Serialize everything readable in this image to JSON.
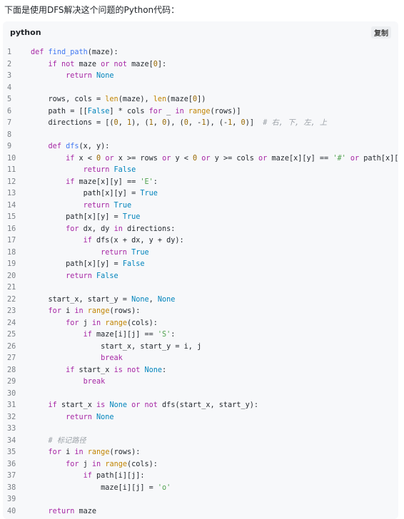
{
  "intro_text": "下面是使用DFS解决这个问题的Python代码：",
  "code_block": {
    "language": "python",
    "copy_label": "复制",
    "lines": [
      [
        {
          "t": "def ",
          "c": "kw"
        },
        {
          "t": "find_path",
          "c": "fn"
        },
        {
          "t": "(maze):",
          "c": "p"
        }
      ],
      [
        {
          "t": "    ",
          "c": "p"
        },
        {
          "t": "if not ",
          "c": "kw"
        },
        {
          "t": "maze ",
          "c": "p"
        },
        {
          "t": "or not ",
          "c": "kw"
        },
        {
          "t": "maze[",
          "c": "p"
        },
        {
          "t": "0",
          "c": "num"
        },
        {
          "t": "]:",
          "c": "p"
        }
      ],
      [
        {
          "t": "        ",
          "c": "p"
        },
        {
          "t": "return ",
          "c": "kw"
        },
        {
          "t": "None",
          "c": "const"
        }
      ],
      [],
      [
        {
          "t": "    rows, cols = ",
          "c": "p"
        },
        {
          "t": "len",
          "c": "bi"
        },
        {
          "t": "(maze), ",
          "c": "p"
        },
        {
          "t": "len",
          "c": "bi"
        },
        {
          "t": "(maze[",
          "c": "p"
        },
        {
          "t": "0",
          "c": "num"
        },
        {
          "t": "])",
          "c": "p"
        }
      ],
      [
        {
          "t": "    path = [[",
          "c": "p"
        },
        {
          "t": "False",
          "c": "const"
        },
        {
          "t": "] * cols ",
          "c": "p"
        },
        {
          "t": "for ",
          "c": "kw"
        },
        {
          "t": "_ ",
          "c": "p"
        },
        {
          "t": "in ",
          "c": "kw"
        },
        {
          "t": "range",
          "c": "bi"
        },
        {
          "t": "(rows)]",
          "c": "p"
        }
      ],
      [
        {
          "t": "    directions = [(",
          "c": "p"
        },
        {
          "t": "0",
          "c": "num"
        },
        {
          "t": ", ",
          "c": "p"
        },
        {
          "t": "1",
          "c": "num"
        },
        {
          "t": "), (",
          "c": "p"
        },
        {
          "t": "1",
          "c": "num"
        },
        {
          "t": ", ",
          "c": "p"
        },
        {
          "t": "0",
          "c": "num"
        },
        {
          "t": "), (",
          "c": "p"
        },
        {
          "t": "0",
          "c": "num"
        },
        {
          "t": ", -",
          "c": "p"
        },
        {
          "t": "1",
          "c": "num"
        },
        {
          "t": "), (-",
          "c": "p"
        },
        {
          "t": "1",
          "c": "num"
        },
        {
          "t": ", ",
          "c": "p"
        },
        {
          "t": "0",
          "c": "num"
        },
        {
          "t": ")]  ",
          "c": "p"
        },
        {
          "t": "# 右, 下, 左, 上",
          "c": "cmt"
        }
      ],
      [],
      [
        {
          "t": "    ",
          "c": "p"
        },
        {
          "t": "def ",
          "c": "kw"
        },
        {
          "t": "dfs",
          "c": "fn"
        },
        {
          "t": "(x, y):",
          "c": "p"
        }
      ],
      [
        {
          "t": "        ",
          "c": "p"
        },
        {
          "t": "if ",
          "c": "kw"
        },
        {
          "t": "x < ",
          "c": "p"
        },
        {
          "t": "0 ",
          "c": "num"
        },
        {
          "t": "or ",
          "c": "kw"
        },
        {
          "t": "x >= rows ",
          "c": "p"
        },
        {
          "t": "or ",
          "c": "kw"
        },
        {
          "t": "y < ",
          "c": "p"
        },
        {
          "t": "0 ",
          "c": "num"
        },
        {
          "t": "or ",
          "c": "kw"
        },
        {
          "t": "y >= cols ",
          "c": "p"
        },
        {
          "t": "or ",
          "c": "kw"
        },
        {
          "t": "maze[x][y] == ",
          "c": "p"
        },
        {
          "t": "'#' ",
          "c": "str"
        },
        {
          "t": "or ",
          "c": "kw"
        },
        {
          "t": "path[x][y]:",
          "c": "p"
        }
      ],
      [
        {
          "t": "            ",
          "c": "p"
        },
        {
          "t": "return ",
          "c": "kw"
        },
        {
          "t": "False",
          "c": "const"
        }
      ],
      [
        {
          "t": "        ",
          "c": "p"
        },
        {
          "t": "if ",
          "c": "kw"
        },
        {
          "t": "maze[x][y] == ",
          "c": "p"
        },
        {
          "t": "'E'",
          "c": "str"
        },
        {
          "t": ":",
          "c": "p"
        }
      ],
      [
        {
          "t": "            path[x][y] = ",
          "c": "p"
        },
        {
          "t": "True",
          "c": "const"
        }
      ],
      [
        {
          "t": "            ",
          "c": "p"
        },
        {
          "t": "return ",
          "c": "kw"
        },
        {
          "t": "True",
          "c": "const"
        }
      ],
      [
        {
          "t": "        path[x][y] = ",
          "c": "p"
        },
        {
          "t": "True",
          "c": "const"
        }
      ],
      [
        {
          "t": "        ",
          "c": "p"
        },
        {
          "t": "for ",
          "c": "kw"
        },
        {
          "t": "dx, dy ",
          "c": "p"
        },
        {
          "t": "in ",
          "c": "kw"
        },
        {
          "t": "directions:",
          "c": "p"
        }
      ],
      [
        {
          "t": "            ",
          "c": "p"
        },
        {
          "t": "if ",
          "c": "kw"
        },
        {
          "t": "dfs(x + dx, y + dy):",
          "c": "p"
        }
      ],
      [
        {
          "t": "                ",
          "c": "p"
        },
        {
          "t": "return ",
          "c": "kw"
        },
        {
          "t": "True",
          "c": "const"
        }
      ],
      [
        {
          "t": "        path[x][y] = ",
          "c": "p"
        },
        {
          "t": "False",
          "c": "const"
        }
      ],
      [
        {
          "t": "        ",
          "c": "p"
        },
        {
          "t": "return ",
          "c": "kw"
        },
        {
          "t": "False",
          "c": "const"
        }
      ],
      [],
      [
        {
          "t": "    start_x, start_y = ",
          "c": "p"
        },
        {
          "t": "None",
          "c": "const"
        },
        {
          "t": ", ",
          "c": "p"
        },
        {
          "t": "None",
          "c": "const"
        }
      ],
      [
        {
          "t": "    ",
          "c": "p"
        },
        {
          "t": "for ",
          "c": "kw"
        },
        {
          "t": "i ",
          "c": "p"
        },
        {
          "t": "in ",
          "c": "kw"
        },
        {
          "t": "range",
          "c": "bi"
        },
        {
          "t": "(rows):",
          "c": "p"
        }
      ],
      [
        {
          "t": "        ",
          "c": "p"
        },
        {
          "t": "for ",
          "c": "kw"
        },
        {
          "t": "j ",
          "c": "p"
        },
        {
          "t": "in ",
          "c": "kw"
        },
        {
          "t": "range",
          "c": "bi"
        },
        {
          "t": "(cols):",
          "c": "p"
        }
      ],
      [
        {
          "t": "            ",
          "c": "p"
        },
        {
          "t": "if ",
          "c": "kw"
        },
        {
          "t": "maze[i][j] == ",
          "c": "p"
        },
        {
          "t": "'S'",
          "c": "str"
        },
        {
          "t": ":",
          "c": "p"
        }
      ],
      [
        {
          "t": "                start_x, start_y = i, j",
          "c": "p"
        }
      ],
      [
        {
          "t": "                ",
          "c": "p"
        },
        {
          "t": "break",
          "c": "kw"
        }
      ],
      [
        {
          "t": "        ",
          "c": "p"
        },
        {
          "t": "if ",
          "c": "kw"
        },
        {
          "t": "start_x ",
          "c": "p"
        },
        {
          "t": "is not ",
          "c": "kw"
        },
        {
          "t": "None",
          "c": "const"
        },
        {
          "t": ":",
          "c": "p"
        }
      ],
      [
        {
          "t": "            ",
          "c": "p"
        },
        {
          "t": "break",
          "c": "kw"
        }
      ],
      [],
      [
        {
          "t": "    ",
          "c": "p"
        },
        {
          "t": "if ",
          "c": "kw"
        },
        {
          "t": "start_x ",
          "c": "p"
        },
        {
          "t": "is ",
          "c": "kw"
        },
        {
          "t": "None ",
          "c": "const"
        },
        {
          "t": "or not ",
          "c": "kw"
        },
        {
          "t": "dfs(start_x, start_y):",
          "c": "p"
        }
      ],
      [
        {
          "t": "        ",
          "c": "p"
        },
        {
          "t": "return ",
          "c": "kw"
        },
        {
          "t": "None",
          "c": "const"
        }
      ],
      [],
      [
        {
          "t": "    ",
          "c": "p"
        },
        {
          "t": "# 标记路径",
          "c": "cmt"
        }
      ],
      [
        {
          "t": "    ",
          "c": "p"
        },
        {
          "t": "for ",
          "c": "kw"
        },
        {
          "t": "i ",
          "c": "p"
        },
        {
          "t": "in ",
          "c": "kw"
        },
        {
          "t": "range",
          "c": "bi"
        },
        {
          "t": "(rows):",
          "c": "p"
        }
      ],
      [
        {
          "t": "        ",
          "c": "p"
        },
        {
          "t": "for ",
          "c": "kw"
        },
        {
          "t": "j ",
          "c": "p"
        },
        {
          "t": "in ",
          "c": "kw"
        },
        {
          "t": "range",
          "c": "bi"
        },
        {
          "t": "(cols):",
          "c": "p"
        }
      ],
      [
        {
          "t": "            ",
          "c": "p"
        },
        {
          "t": "if ",
          "c": "kw"
        },
        {
          "t": "path[i][j]:",
          "c": "p"
        }
      ],
      [
        {
          "t": "                maze[i][j] = ",
          "c": "p"
        },
        {
          "t": "'o'",
          "c": "str"
        }
      ],
      [],
      [
        {
          "t": "    ",
          "c": "p"
        },
        {
          "t": "return ",
          "c": "kw"
        },
        {
          "t": "maze",
          "c": "p"
        }
      ]
    ]
  }
}
